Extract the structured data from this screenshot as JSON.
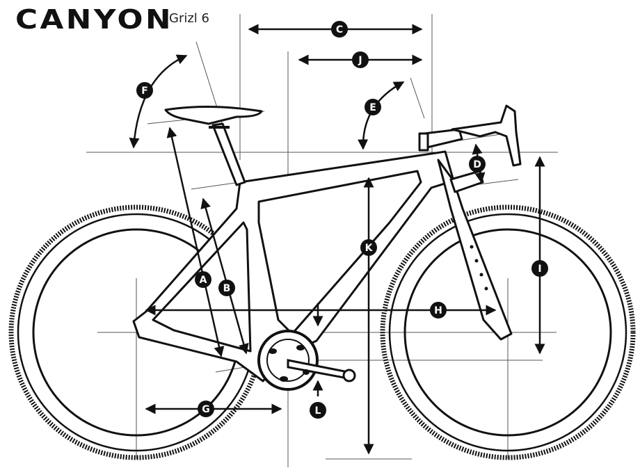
{
  "header": {
    "brand": "CANYON",
    "model": "Grizl 6"
  },
  "measurements": [
    {
      "key": "A",
      "letter": "A"
    },
    {
      "key": "B",
      "letter": "B"
    },
    {
      "key": "C",
      "letter": "C"
    },
    {
      "key": "D",
      "letter": "D"
    },
    {
      "key": "E",
      "letter": "E"
    },
    {
      "key": "F",
      "letter": "F"
    },
    {
      "key": "G",
      "letter": "G"
    },
    {
      "key": "H",
      "letter": "H"
    },
    {
      "key": "I",
      "letter": "I"
    },
    {
      "key": "J",
      "letter": "J"
    },
    {
      "key": "K",
      "letter": "K"
    },
    {
      "key": "L",
      "letter": "L"
    }
  ],
  "colors": {
    "ink": "#111111",
    "guide": "#555555",
    "background": "#ffffff"
  }
}
